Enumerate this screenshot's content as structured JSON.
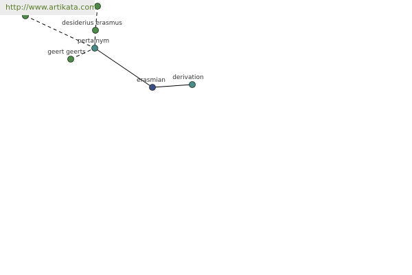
{
  "watermark": {
    "text": "http://www.artikata.com"
  },
  "graph": {
    "nodes": [
      {
        "id": "n-top-left",
        "label": "",
        "color": "#4e8a4a"
      },
      {
        "id": "n-top",
        "label": "",
        "color": "#4e8a4a"
      },
      {
        "id": "n-desiderius",
        "label": "desiderius erasmus",
        "color": "#4e8a4a"
      },
      {
        "id": "n-pertainym",
        "label": "pertainym",
        "color": "#4a8a88"
      },
      {
        "id": "n-geert",
        "label": "geert geerts",
        "color": "#4e8a4a"
      },
      {
        "id": "n-erasmian",
        "label": "erasmian",
        "color": "#3b4f88"
      },
      {
        "id": "n-derivation",
        "label": "derivation",
        "color": "#4a8a88"
      }
    ],
    "edges": [
      {
        "from": "n-top-left",
        "to": "n-pertainym",
        "style": "dashed"
      },
      {
        "from": "n-top",
        "to": "n-desiderius",
        "style": "dashed"
      },
      {
        "from": "n-desiderius",
        "to": "n-pertainym",
        "style": "dashed"
      },
      {
        "from": "n-geert",
        "to": "n-pertainym",
        "style": "dashed"
      },
      {
        "from": "n-pertainym",
        "to": "n-erasmian",
        "style": "solid"
      },
      {
        "from": "n-erasmian",
        "to": "n-derivation",
        "style": "solid"
      }
    ]
  }
}
